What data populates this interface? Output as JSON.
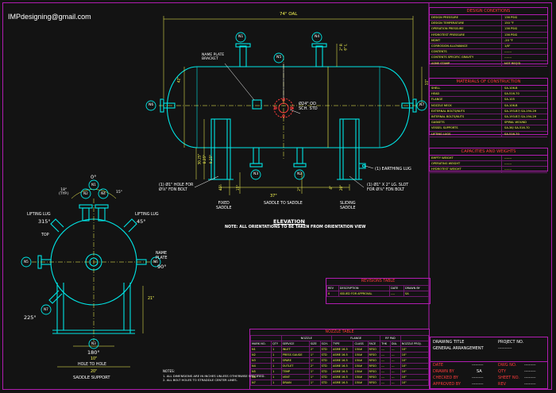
{
  "header": {
    "email": "IMPdesigning@gmail.com"
  },
  "colors": {
    "background": "#131313",
    "vessel": "#00e5e5",
    "dimension": "#ffff55",
    "border": "#b01cb0",
    "nozzle_tag": "#ffffff",
    "heading": "#ff3b3b"
  },
  "design_conditions": {
    "title": "DESIGN CONDITIONS",
    "rows": [
      {
        "k": "DESIGN PRESSURE",
        "v": "136 PSIG"
      },
      {
        "k": "DESIGN TEMPERATURE",
        "v": "150 °F"
      },
      {
        "k": "OPERATION PRESSURE",
        "v": "136 PSIG"
      },
      {
        "k": "HYDROTEST PRESSURE",
        "v": "136 PSIG"
      },
      {
        "k": "MDMT",
        "v": "-20 °F"
      },
      {
        "k": "CORROSION ALLOWANCE",
        "v": "1/8\""
      },
      {
        "k": "CONTENTS",
        "v": "-------"
      },
      {
        "k": "CONTENTS SPECIFIC GRAVITY",
        "v": "-------"
      },
      {
        "k": "ASME STAMP",
        "v": "NOT REQ'D"
      }
    ]
  },
  "materials": {
    "title": "MATERIALS OF CONSTRUCTION",
    "rows": [
      {
        "k": "SHELL",
        "v": "SA-106-B"
      },
      {
        "k": "HEAD",
        "v": "SA-516-70"
      },
      {
        "k": "FLANGE",
        "v": "SA-105"
      },
      {
        "k": "NOZZLE NECK",
        "v": "SA-106-B"
      },
      {
        "k": "EXTERNAL BOLTS/NUTS",
        "v": "SA-193-B7/ SA-194-2H"
      },
      {
        "k": "INTERNAL BOLTS/NUTS",
        "v": "SA-193-B7/ SA-194-2H"
      },
      {
        "k": "GASKETS",
        "v": "SPIRAL WOUND"
      },
      {
        "k": "VESSEL SUPPORTS",
        "v": "SA-36/ SA-516-70"
      },
      {
        "k": "LIFTING LUGS",
        "v": "SA-516-70"
      }
    ]
  },
  "capacities": {
    "title": "CAPACITIES AND WEIGHTS",
    "rows": [
      {
        "k": "EMPTY WEIGHT",
        "v": "-------"
      },
      {
        "k": "OPERATING WEIGHT",
        "v": "-------"
      },
      {
        "k": "HYDROTEST WEIGHT",
        "v": "-------"
      }
    ]
  },
  "revisions": {
    "title": "REVISIONS TABLE",
    "headers": [
      "REV",
      "DESCRIPTION",
      "DATE",
      "DRAWN BY"
    ],
    "rows": [
      [
        "0",
        "ISSUED FOR APPROVAL",
        "----",
        "SA"
      ]
    ]
  },
  "nozzle_table": {
    "title": "NOZZLE TABLE",
    "group_headers": [
      "NOZZLE",
      "FLANGE",
      "RF PAD"
    ],
    "headers": [
      "MARK NO.",
      "QTY",
      "SERVICE",
      "SIZE",
      "SCH.",
      "TYPE",
      "CLASS",
      "FACE",
      "THK",
      "DIA.",
      "NOZZLE PROJ."
    ],
    "rows": [
      [
        "N1",
        "1",
        "INLET",
        "2\"",
        "STD",
        "ASME 16.5",
        "150#",
        "RFSO",
        "---",
        "---",
        "10\""
      ],
      [
        "N2",
        "1",
        "PRESS GAUGE",
        "1\"",
        "STD",
        "ASME 16.5",
        "150#",
        "RFSO",
        "---",
        "---",
        "10\""
      ],
      [
        "N3",
        "1",
        "SPARE",
        "1\"",
        "STD",
        "ASME 16.5",
        "150#",
        "RFSO",
        "---",
        "---",
        "10\""
      ],
      [
        "N4",
        "1",
        "OUTLET",
        "2\"",
        "STD",
        "ASME 16.5",
        "150#",
        "RFSO",
        "---",
        "---",
        "10\""
      ],
      [
        "N5",
        "1",
        "TEMP",
        "1\"",
        "STD",
        "ASME 16.5",
        "150#",
        "RFSO",
        "---",
        "---",
        "10\""
      ],
      [
        "N6",
        "1",
        "VENT",
        "1\"",
        "STD",
        "ASME 16.5",
        "150#",
        "RFSO",
        "---",
        "---",
        "10\""
      ],
      [
        "N7",
        "1",
        "DRAIN",
        "1\"",
        "STD",
        "ASME 16.5",
        "150#",
        "RFSO",
        "---",
        "---",
        "10\""
      ]
    ]
  },
  "title_block": {
    "drawing_title_label": "DRAWING TITLE",
    "drawing_title": "GENERAL ARRANGEMENT",
    "project_label": "PROJECT NO.",
    "project_value": "------------",
    "date_label": "DATE",
    "date_value": "----------",
    "drawn_label": "DRAWN BY",
    "drawn_value": "SA",
    "checked_label": "CHECKED BY",
    "checked_value": "----------",
    "approved_label": "APPROVED BY",
    "approved_value": "----------",
    "dwg_label": "DWG NO.",
    "dwg_value": "----------",
    "qty_label": "QTY",
    "qty_value": "----------",
    "sheet_label": "SHEET NO.",
    "sheet_value": "----------",
    "rev_label": "REV",
    "rev_value": "----------"
  },
  "notes": {
    "title": "NOTES:",
    "lines": [
      "1. ALL DIMENSIONS ARE IN INCHES UNLESS OTHERWISE SPECIFIED.",
      "2. ALL BOLT HOLES TO STRADDLE CENTER LINES."
    ]
  },
  "elevation": {
    "title": "ELEVATION",
    "note": "NOTE: ALL ORIENTATIONS TO BE TAKEN FROM ORIENTATION VIEW",
    "overall_length": "74\" OAL",
    "name_plate_bracket": "NAME PLATE\nBRACKET",
    "od_label": "Ø24\" OD",
    "sch_label": "SCH. STD",
    "earthing_lug": "(1) EARTHING LUG",
    "hole_note": "(1) Ø1\" HOLE FOR\nØ⅞\" FDN BOLT",
    "slot_note": "(1) Ø1\" X 2\" LG. SLOT\nFOR Ø⅞\" FDN BOLT",
    "fixed_saddle": "FIXED\nSADDLE",
    "sliding_saddle": "SLIDING\nSADDLE",
    "saddle_to_saddle": "SADDLE TO SADDLE",
    "saddle_spacing": "37\"",
    "dims": {
      "h_42": "42\"",
      "h_11": "11\"",
      "h_2r": "2\" R",
      "h_6l": "6\" L",
      "h_45": "45\"",
      "h_15": "15\"",
      "h_2": "2\"",
      "h_30_25": "30.25\"",
      "h_8_25": "8.25\"",
      "h_9_25": "9.25\"",
      "h_4": "4\"",
      "h_20": "20\""
    },
    "nozzle_tags": [
      "N1",
      "N4",
      "N5",
      "N6",
      "N7",
      "N2",
      "N3"
    ]
  },
  "orientation": {
    "angle_0": "0°",
    "angle_180": "180°",
    "angle_315": "315°",
    "angle_45": "45°",
    "angle_90": "90°",
    "angle_225": "225°",
    "typ": "18°\n(TYP.)",
    "angle_15": "15°",
    "lifting_lug_left": "LIFTING LUG",
    "lifting_lug_right": "LIFTING LUG",
    "top": "TOP",
    "name_plate": "NAME\nPLATE",
    "dim_21": "21\"",
    "dim_10": "10\"",
    "hole_to_hole": "HOLE TO HOLE",
    "dim_20": "20\"",
    "saddle_support": "SADDLE SUPPORT",
    "nozzle_tags": [
      "N1",
      "N4",
      "N2",
      "N5",
      "N6",
      "N3",
      "N7"
    ]
  }
}
